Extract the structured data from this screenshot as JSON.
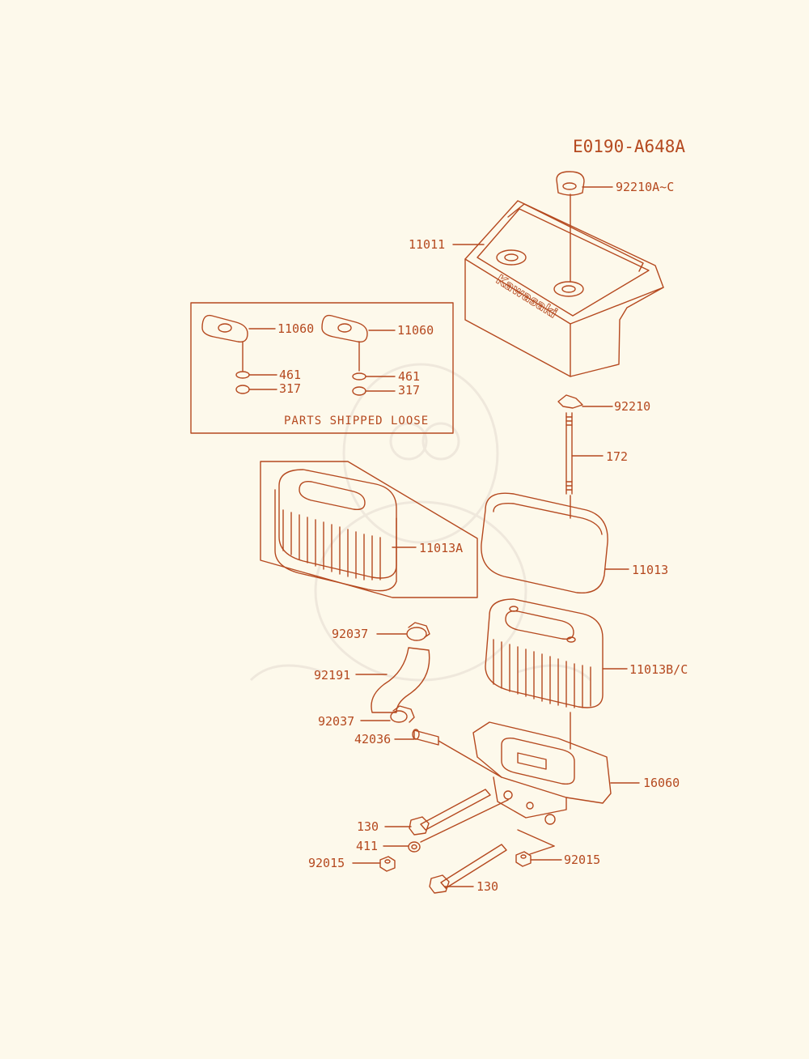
{
  "diagram_code": "E0190-A648A",
  "note_text": "PARTS SHIPPED LOOSE",
  "brand_text": "Kawasaki",
  "colors": {
    "ink": "#b5491f",
    "paper": "#fdf9eb",
    "watermark": "#efe8dc"
  },
  "callouts": {
    "c92210ac": "92210A~C",
    "c11011": "11011",
    "c11060a": "11060",
    "c11060b": "11060",
    "c461a": "461",
    "c461b": "461",
    "c317a": "317",
    "c317b": "317",
    "c92210": "92210",
    "c172": "172",
    "c11013a": "11013A",
    "c11013": "11013",
    "c92037a": "92037",
    "c92191": "92191",
    "c11013bc": "11013B/C",
    "c92037b": "92037",
    "c42036": "42036",
    "c16060": "16060",
    "c130a": "130",
    "c411": "411",
    "c92015a": "92015",
    "c92015b": "92015",
    "c130b": "130"
  }
}
